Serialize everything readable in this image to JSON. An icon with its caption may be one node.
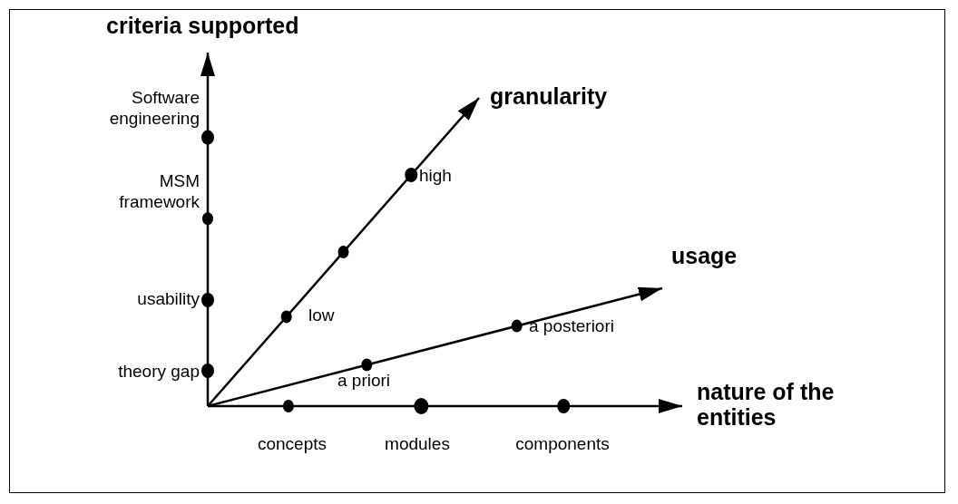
{
  "diagram": {
    "labels": [
      "criteria supported",
      "granularity",
      "Software engineering",
      "high",
      "MSM framework",
      "usage",
      "usability",
      "low",
      "a posteriori",
      "theory gap",
      "a priori",
      "nature of the entities",
      "concepts",
      "modules",
      "components"
    ]
  }
}
